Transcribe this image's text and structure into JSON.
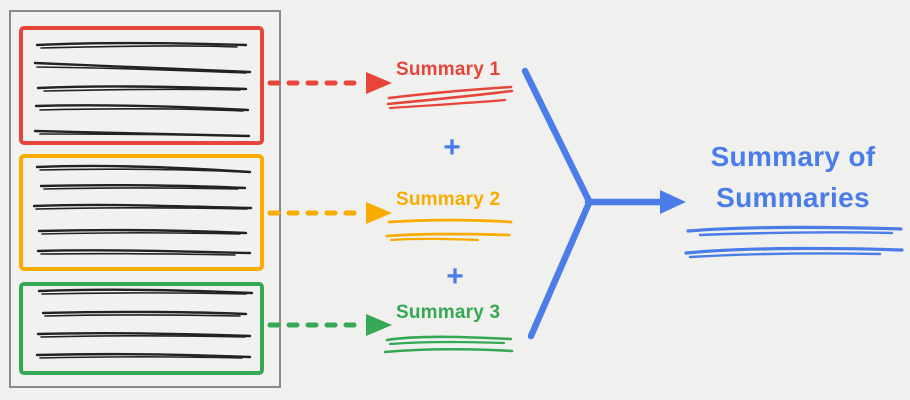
{
  "colors": {
    "red": "#E8453A",
    "orange": "#F9AB00",
    "green": "#34A853",
    "blue": "#4A7DE8",
    "ink": "#222222",
    "docBorder": "#8a8a8a",
    "background": "#F0F0EF"
  },
  "document": {
    "sections": [
      {
        "index": 1,
        "color": "#E8453A",
        "text_lines": 5
      },
      {
        "index": 2,
        "color": "#F9AB00",
        "text_lines": 5
      },
      {
        "index": 3,
        "color": "#34A853",
        "text_lines": 4
      }
    ]
  },
  "summaries": [
    {
      "label": "Summary 1",
      "color": "#E8453A"
    },
    {
      "label": "Summary 2",
      "color": "#F9AB00"
    },
    {
      "label": "Summary 3",
      "color": "#34A853"
    }
  ],
  "operators": {
    "first": "+",
    "second": "+"
  },
  "result": {
    "line1": "Summary of",
    "line2": "Summaries",
    "color": "#4A7DE8"
  }
}
